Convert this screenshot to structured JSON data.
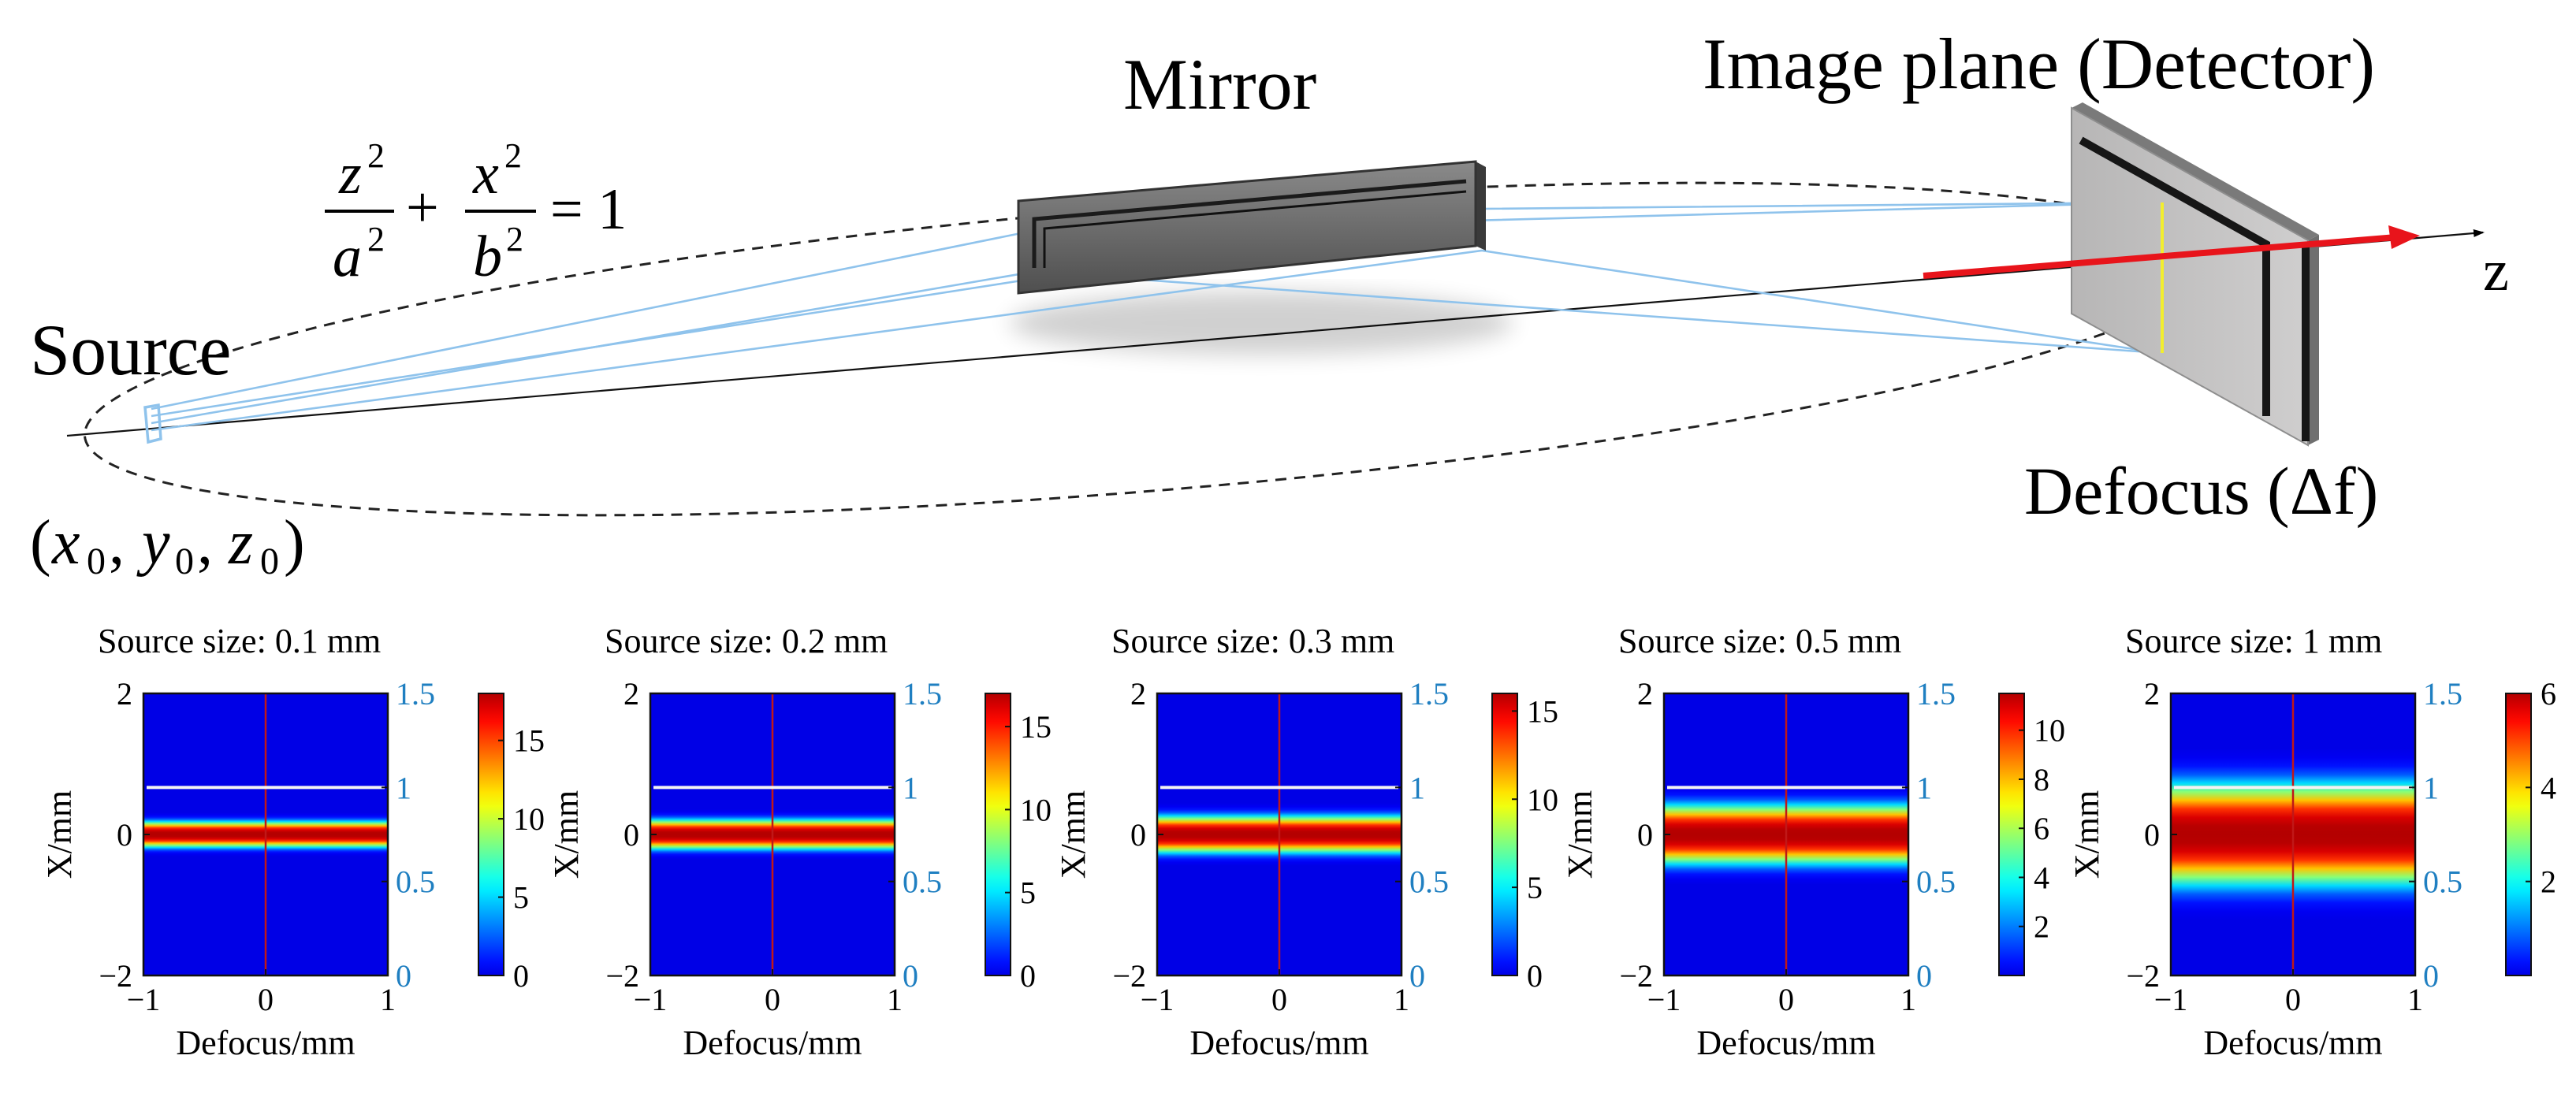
{
  "diagram": {
    "title_mirror": "Mirror",
    "title_detector": "Image plane (Detector)",
    "label_source": "Source",
    "label_defocus": "Defocus (Δf)",
    "label_z": "z",
    "equation": {
      "t1_num": "z",
      "t1_den": "a",
      "t2_num": "x",
      "t2_den": "b",
      "exp": "2",
      "plus": "+",
      "rhs": "= 1"
    },
    "source_coords": {
      "open": "(",
      "x": "x",
      "y": "y",
      "z": "z",
      "sub": "0",
      "sep": ",",
      "close": ")"
    },
    "colors": {
      "ray": "#8fc3ec",
      "axis_arrow": "#e8141b",
      "mirror": "#6b6b6b",
      "detector": "#c0bfbf",
      "focus_line": "#f2ee2e"
    }
  },
  "chart_data": [
    {
      "type": "heatmap",
      "title": "Source size: 0.1 mm",
      "xlabel": "Defocus/mm",
      "ylabel": "X/mm",
      "xlim": [
        -1,
        1
      ],
      "ylim": [
        -2,
        2
      ],
      "xticks": [
        "−1",
        "0",
        "1"
      ],
      "yticks": [
        "−2",
        "0",
        "2"
      ],
      "right_axis": {
        "ylim": [
          0,
          1.5
        ],
        "ticks": [
          "0",
          "0.5",
          "1",
          "1.5"
        ],
        "color": "#1f7fc1"
      },
      "colorbar": {
        "min": 0,
        "max": 18,
        "ticks": [
          0,
          5,
          10,
          15
        ],
        "colormap": "jet"
      },
      "beam_center": 0,
      "beam_halfwidth": 0.14,
      "white_line_value": 1.0
    },
    {
      "type": "heatmap",
      "title": "Source size: 0.2 mm",
      "xlabel": "Defocus/mm",
      "ylabel": "X/mm",
      "xlim": [
        -1,
        1
      ],
      "ylim": [
        -2,
        2
      ],
      "xticks": [
        "−1",
        "0",
        "1"
      ],
      "yticks": [
        "−2",
        "0",
        "2"
      ],
      "right_axis": {
        "ylim": [
          0,
          1.5
        ],
        "ticks": [
          "0",
          "0.5",
          "1",
          "1.5"
        ],
        "color": "#1f7fc1"
      },
      "colorbar": {
        "min": 0,
        "max": 17,
        "ticks": [
          0,
          5,
          10,
          15
        ],
        "colormap": "jet"
      },
      "beam_center": 0,
      "beam_halfwidth": 0.16,
      "white_line_value": 1.0
    },
    {
      "type": "heatmap",
      "title": "Source size: 0.3 mm",
      "xlabel": "Defocus/mm",
      "ylabel": "X/mm",
      "xlim": [
        -1,
        1
      ],
      "ylim": [
        -2,
        2
      ],
      "xticks": [
        "−1",
        "0",
        "1"
      ],
      "yticks": [
        "−2",
        "0",
        "2"
      ],
      "right_axis": {
        "ylim": [
          0,
          1.5
        ],
        "ticks": [
          "0",
          "0.5",
          "1",
          "1.5"
        ],
        "color": "#1f7fc1"
      },
      "colorbar": {
        "min": 0,
        "max": 16,
        "ticks": [
          0,
          5,
          10,
          15
        ],
        "colormap": "jet"
      },
      "beam_center": 0,
      "beam_halfwidth": 0.2,
      "white_line_value": 1.0
    },
    {
      "type": "heatmap",
      "title": "Source size: 0.5 mm",
      "xlabel": "Defocus/mm",
      "ylabel": "X/mm",
      "xlim": [
        -1,
        1
      ],
      "ylim": [
        -2,
        2
      ],
      "xticks": [
        "−1",
        "0",
        "1"
      ],
      "yticks": [
        "−2",
        "0",
        "2"
      ],
      "right_axis": {
        "ylim": [
          0,
          1.5
        ],
        "ticks": [
          "0",
          "0.5",
          "1",
          "1.5"
        ],
        "color": "#1f7fc1"
      },
      "colorbar": {
        "min": 0,
        "max": 11.5,
        "ticks": [
          2,
          4,
          6,
          8,
          10
        ],
        "colormap": "jet"
      },
      "beam_center": 0,
      "beam_halfwidth": 0.32,
      "white_line_value": 1.0
    },
    {
      "type": "heatmap",
      "title": "Source size: 1 mm",
      "xlabel": "Defocus/mm",
      "ylabel": "X/mm",
      "xlim": [
        -1,
        1
      ],
      "ylim": [
        -2,
        2
      ],
      "xticks": [
        "−1",
        "0",
        "1"
      ],
      "yticks": [
        "−2",
        "0",
        "2"
      ],
      "right_axis": {
        "ylim": [
          0,
          1.5
        ],
        "ticks": [
          "0",
          "0.5",
          "1",
          "1.5"
        ],
        "color": "#1f7fc1"
      },
      "colorbar": {
        "min": 0,
        "max": 6,
        "ticks": [
          2,
          4,
          6
        ],
        "colormap": "jet"
      },
      "beam_center": 0,
      "beam_halfwidth": 0.55,
      "white_line_value": 1.0
    }
  ]
}
